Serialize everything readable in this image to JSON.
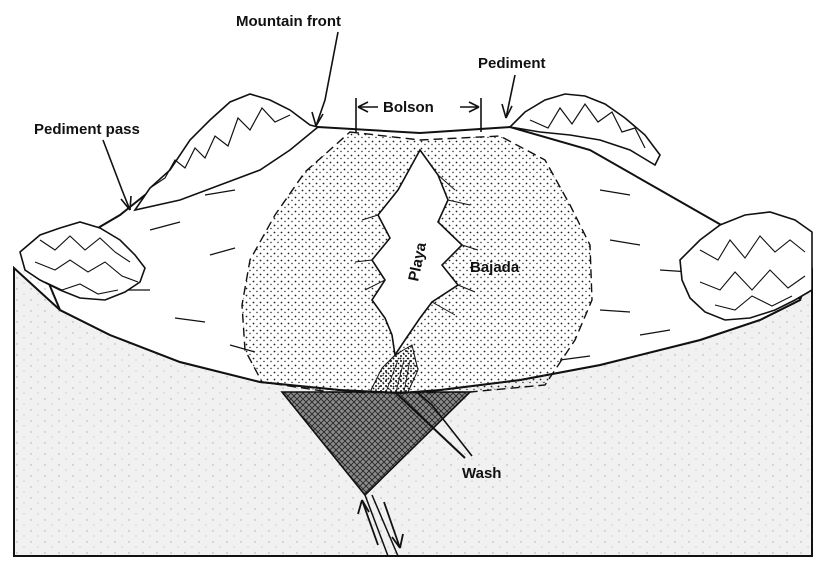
{
  "diagram": {
    "labels": {
      "mountain_front": "Mountain front",
      "pediment": "Pediment",
      "pediment_pass": "Pediment pass",
      "bolson": "Bolson",
      "playa": "Playa",
      "bajada": "Bajada",
      "wash": "Wash"
    },
    "colors": {
      "ink": "#111111",
      "paper": "#ffffff",
      "ground": "#f1f1f1",
      "fill_dark": "#8a8a8a"
    }
  }
}
